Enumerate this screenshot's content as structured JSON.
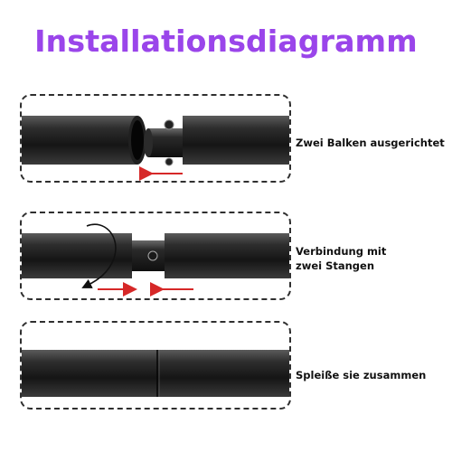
{
  "title": "Installationsdiagramm",
  "colors": {
    "title_gradient_start": "#8e3ff2",
    "title_gradient_end": "#a34ce6",
    "arrow": "#d62828",
    "pole_dark": "#151515",
    "pole_mid": "#3a3a3a",
    "pole_light": "#5b5b5b"
  },
  "steps": [
    {
      "caption_lines": [
        "Zwei Balken ausgerichtet"
      ]
    },
    {
      "caption_lines": [
        "Verbindung mit",
        "zwei Stangen"
      ]
    },
    {
      "caption_lines": [
        "Spleiße sie zusammen"
      ]
    }
  ]
}
